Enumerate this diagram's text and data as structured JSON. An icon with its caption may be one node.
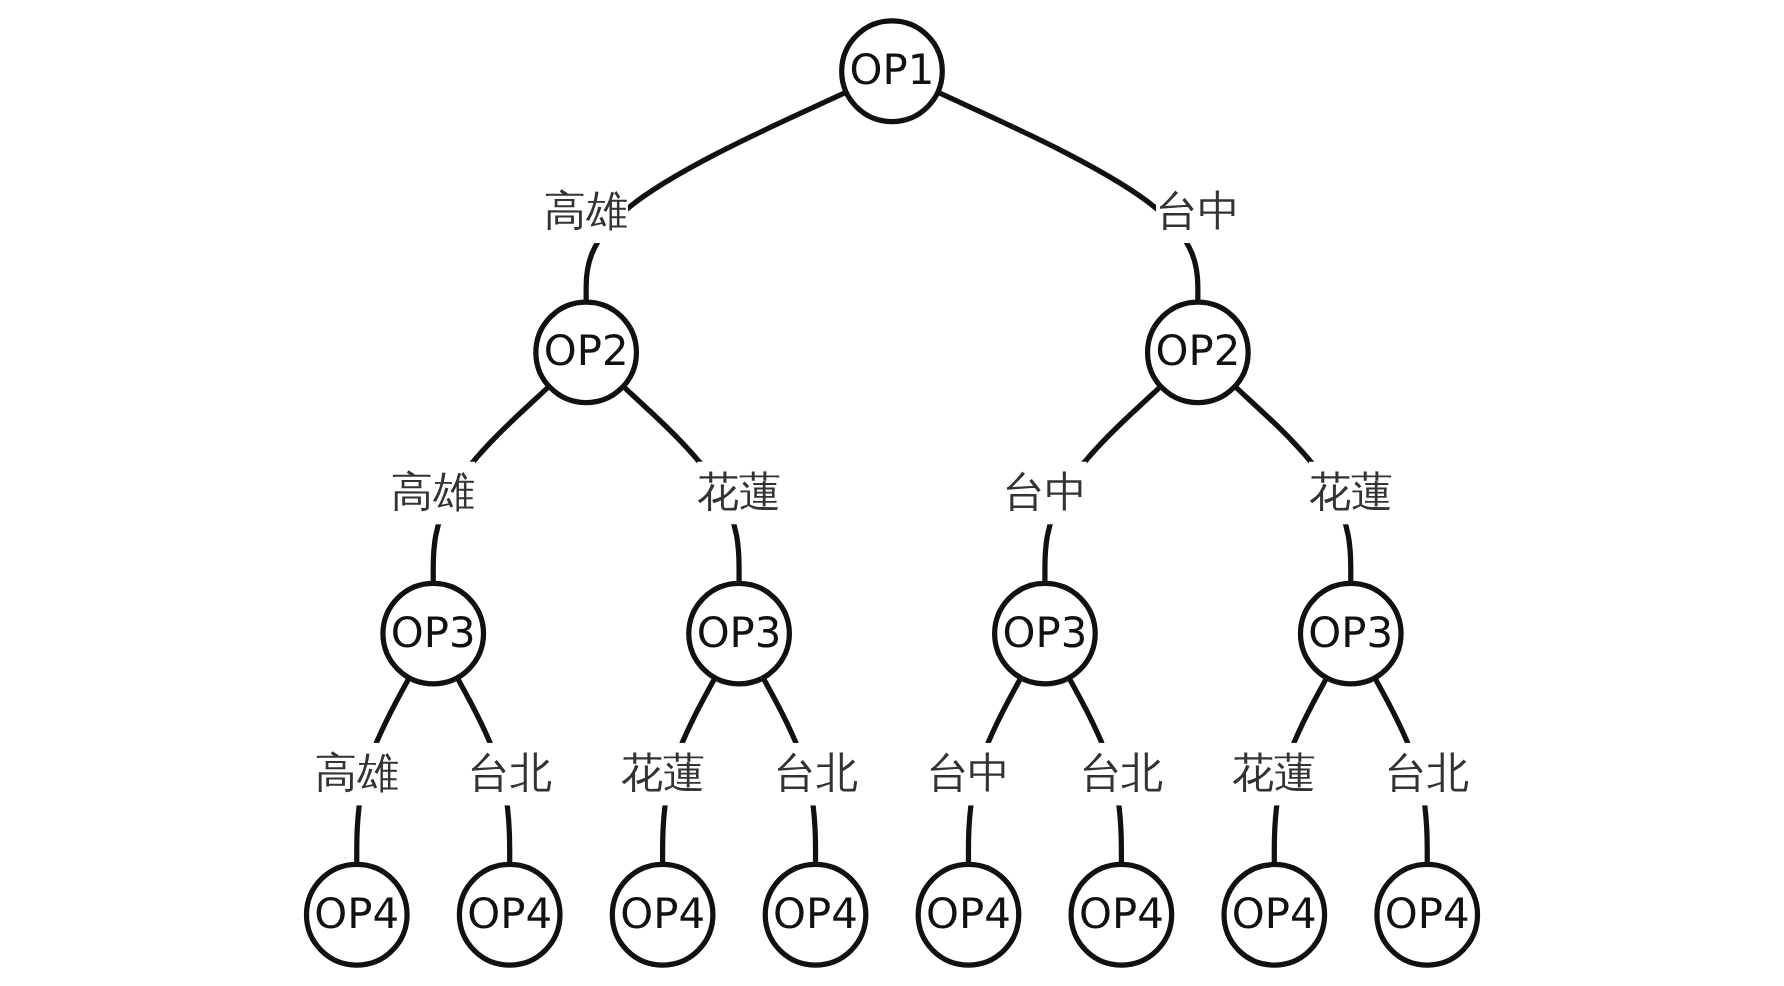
{
  "diagram": {
    "nodes": [
      {
        "text": [
          "OP1"
        ]
      },
      {
        "text": [
          "OP2"
        ]
      },
      {
        "text": [
          "OP2"
        ]
      },
      {
        "text": [
          "OP3"
        ]
      },
      {
        "text": [
          "OP3"
        ]
      },
      {
        "text": [
          "OP3"
        ]
      },
      {
        "text": [
          "OP3"
        ]
      },
      {
        "text": [
          "OP4"
        ]
      },
      {
        "text": [
          "OP4"
        ]
      },
      {
        "text": [
          "OP4"
        ]
      },
      {
        "text": [
          "OP4"
        ]
      },
      {
        "text": [
          "OP4"
        ]
      },
      {
        "text": [
          "OP4"
        ]
      },
      {
        "text": [
          "OP4"
        ]
      },
      {
        "text": [
          "OP4"
        ]
      }
    ],
    "edges": [
      {
        "from": 0,
        "to": 1,
        "label": "高雄",
        "arrow": "none"
      },
      {
        "from": 0,
        "to": 2,
        "label": "台中",
        "arrow": "none"
      },
      {
        "from": 1,
        "to": 3,
        "label": "高雄",
        "arrow": "none"
      },
      {
        "from": 1,
        "to": 4,
        "label": "花蓮",
        "arrow": "none"
      },
      {
        "from": 2,
        "to": 5,
        "label": "台中",
        "arrow": "none"
      },
      {
        "from": 2,
        "to": 6,
        "label": "花蓮",
        "arrow": "none"
      },
      {
        "from": 3,
        "to": 7,
        "label": "高雄",
        "arrow": "none"
      },
      {
        "from": 3,
        "to": 8,
        "label": "台北",
        "arrow": "none"
      },
      {
        "from": 4,
        "to": 9,
        "label": "花蓮",
        "arrow": "none"
      },
      {
        "from": 4,
        "to": 10,
        "label": "台北",
        "arrow": "none"
      },
      {
        "from": 5,
        "to": 11,
        "label": "台中",
        "arrow": "none"
      },
      {
        "from": 5,
        "to": 12,
        "label": "台北",
        "arrow": "none"
      },
      {
        "from": 6,
        "to": 13,
        "label": "花蓮",
        "arrow": "none"
      },
      {
        "from": 6,
        "to": 14,
        "label": "台北",
        "arrow": "none"
      }
    ]
  }
}
